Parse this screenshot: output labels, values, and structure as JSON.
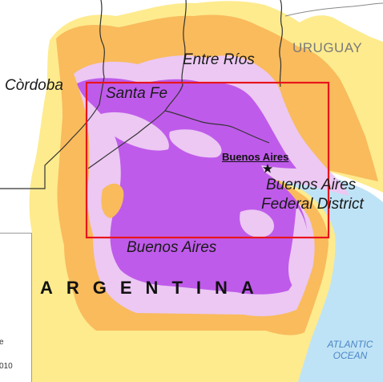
{
  "map": {
    "labels": {
      "uruguay": "URUGUAY",
      "entre_rios": "Entre Ríos",
      "cordoba": "Còrdoba",
      "santa_fe": "Santa Fe",
      "buenos_aires_city": "Buenos Aires",
      "federal_district_line1": "Buenos Aires",
      "federal_district_line2": "Federal District",
      "buenos_aires_province": "Buenos Aires",
      "argentina": "ARGENTINA",
      "ocean_line1": "ATLANTIC",
      "ocean_line2": "OCEAN"
    },
    "city_marker_icon": "star-icon",
    "legend": {
      "fragment_1": "e",
      "fragment_2": "010"
    },
    "colors": {
      "water": "#bfe3f6",
      "land": "#ffffff",
      "zone_yellow": "#fdeb8e",
      "zone_orange": "#f9bb5c",
      "zone_light_purple": "#ecc8f3",
      "zone_purple": "#bf5bea",
      "focus_box": "#e8141c"
    }
  }
}
